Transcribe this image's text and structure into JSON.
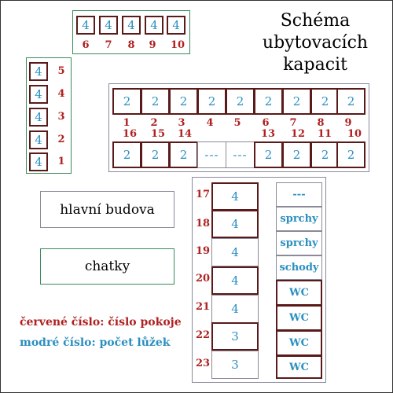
{
  "title": {
    "line1": "Schéma",
    "line2": "ubytovacích kapacit"
  },
  "top_row": {
    "rooms": [
      {
        "number": "6",
        "beds": "4"
      },
      {
        "number": "7",
        "beds": "4"
      },
      {
        "number": "8",
        "beds": "4"
      },
      {
        "number": "9",
        "beds": "4"
      },
      {
        "number": "10",
        "beds": "4"
      }
    ]
  },
  "left_column": {
    "rooms": [
      {
        "number": "5",
        "beds": "4"
      },
      {
        "number": "4",
        "beds": "4"
      },
      {
        "number": "3",
        "beds": "4"
      },
      {
        "number": "2",
        "beds": "4"
      },
      {
        "number": "1",
        "beds": "4"
      }
    ]
  },
  "main_row_top": {
    "beds": [
      "2",
      "2",
      "2",
      "2",
      "2",
      "2",
      "2",
      "2",
      "2"
    ],
    "numbers": [
      "1",
      "2",
      "3",
      "4",
      "5",
      "6",
      "7",
      "8",
      "9"
    ]
  },
  "main_row_bottom": {
    "numbers": [
      "16",
      "15",
      "14",
      "",
      "",
      "13",
      "12",
      "11",
      "10"
    ],
    "beds": [
      "2",
      "2",
      "2",
      "---",
      "---",
      "2",
      "2",
      "2",
      "2"
    ]
  },
  "lower_block": {
    "rooms": [
      {
        "number": "17",
        "beds": "4"
      },
      {
        "number": "18",
        "beds": "4"
      },
      {
        "number": "19",
        "beds": "4"
      },
      {
        "number": "20",
        "beds": "4"
      },
      {
        "number": "21",
        "beds": "4"
      },
      {
        "number": "22",
        "beds": "3"
      },
      {
        "number": "23",
        "beds": "3"
      }
    ],
    "services": [
      "---",
      "sprchy",
      "sprchy",
      "schody",
      "WC",
      "WC",
      "WC",
      "WC"
    ]
  },
  "legend": {
    "main_building": "hlavní budova",
    "cabins": "chatky",
    "red_meaning": "červené číslo: číslo pokoje",
    "blue_meaning": "modré číslo: počet lůžek"
  },
  "colors": {
    "room_number_red": "#b02020",
    "bed_count_blue": "#2a8fc0",
    "cabin_border_green": "#3a8a5a",
    "building_border_gray": "#8a8a9a",
    "room_border_dark": "#5a1a1a"
  }
}
